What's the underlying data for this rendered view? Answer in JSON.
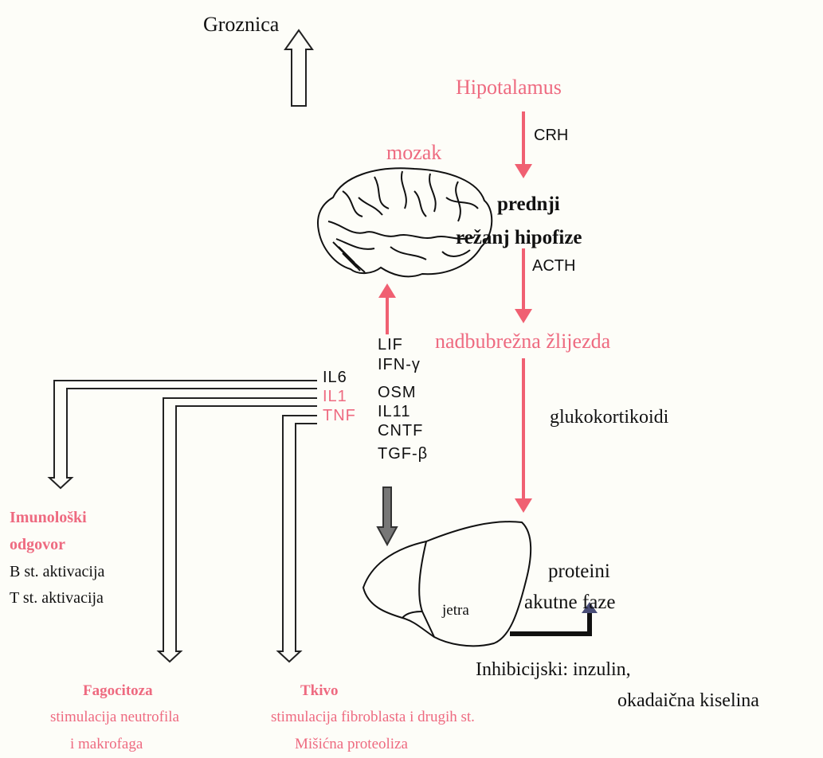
{
  "diagram": {
    "colors": {
      "pink": "#ee6a80",
      "arrow_pink": "#f06072",
      "dark": "#111111",
      "navy": "#4a4e78",
      "gray": "#777777",
      "background": "#fdfdf8"
    },
    "fever": "Groznica",
    "hypothalamus": "Hipotalamus",
    "crh": "CRH",
    "brain": "mozak",
    "pituitary_line1": "prednji",
    "pituitary_line2": "režanj hipofize",
    "acth": "ACTH",
    "adrenal": "nadbubrežna žlijezda",
    "glucocorticoids": "glukokortikoidi",
    "cytokines_left": [
      "IL6",
      "IL1",
      "TNF"
    ],
    "cytokines_right": [
      "LIF",
      "IFN-γ",
      "OSM",
      "IL11",
      "CNTF",
      "TGF-β"
    ],
    "immune": {
      "title_line1": "Imunološki",
      "title_line2": "odgovor",
      "item1": "B st. aktivacija",
      "item2": "T st. aktivacija"
    },
    "phagocytosis": {
      "title": "Fagocitoza",
      "line1": "stimulacija neutrofila",
      "line2": "i makrofaga"
    },
    "tissue": {
      "title": "Tkivo",
      "line1": "stimulacija fibroblasta i drugih st.",
      "line2": "Mišićna proteoliza"
    },
    "liver": "jetra",
    "acute_phase_line1": "proteini",
    "acute_phase_line2": "akutne faze",
    "inhibitory_line1": "Inhibicijski: inzulin,",
    "inhibitory_line2": "okadaična kiselina"
  }
}
